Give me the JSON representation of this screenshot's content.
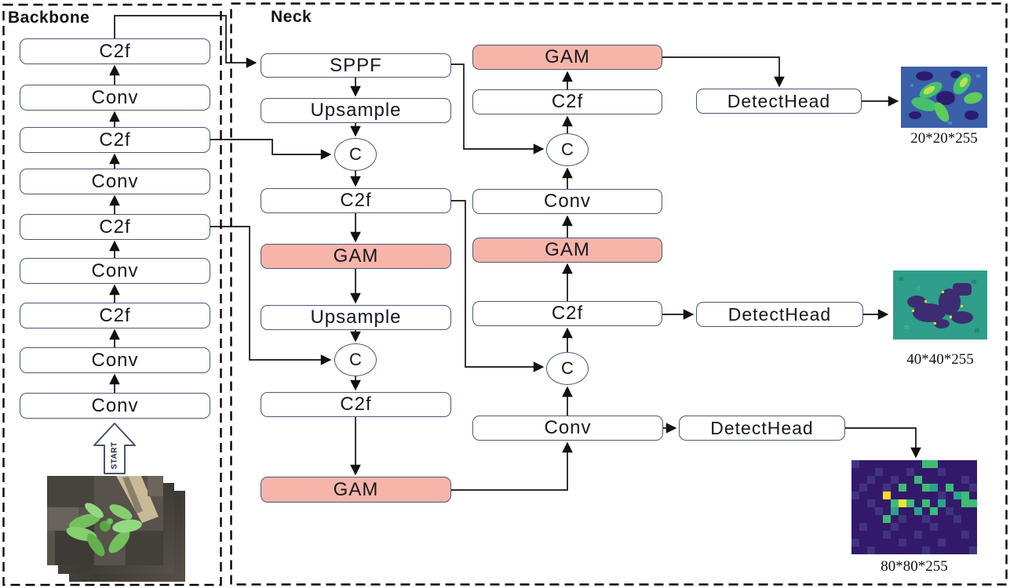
{
  "backbone": {
    "title": "Backbone",
    "blocks": [
      "C2f",
      "Conv",
      "C2f",
      "Conv",
      "C2f",
      "Conv",
      "C2f",
      "Conv",
      "Conv"
    ],
    "start_label": "START"
  },
  "neck": {
    "title": "Neck",
    "left_column": [
      "SPPF",
      "Upsample",
      "C",
      "C2f",
      "GAM",
      "Upsample",
      "C",
      "C2f",
      "GAM"
    ],
    "right_column": [
      "GAM",
      "C2f",
      "C",
      "Conv",
      "GAM",
      "C2f",
      "C",
      "Conv"
    ],
    "detect_heads": [
      "DetectHead",
      "DetectHead",
      "DetectHead"
    ]
  },
  "outputs": [
    {
      "label": "20*20*255"
    },
    {
      "label": "40*40*255"
    },
    {
      "label": "80*80*255"
    }
  ],
  "colors": {
    "block_border": "#4a5878",
    "gam_fill": "#f7b5aa",
    "line": "#111111",
    "fm1_bg": "#3b5fa9",
    "fm2_bg": "#2f9e8a",
    "fm3_bg": "#33196b"
  }
}
